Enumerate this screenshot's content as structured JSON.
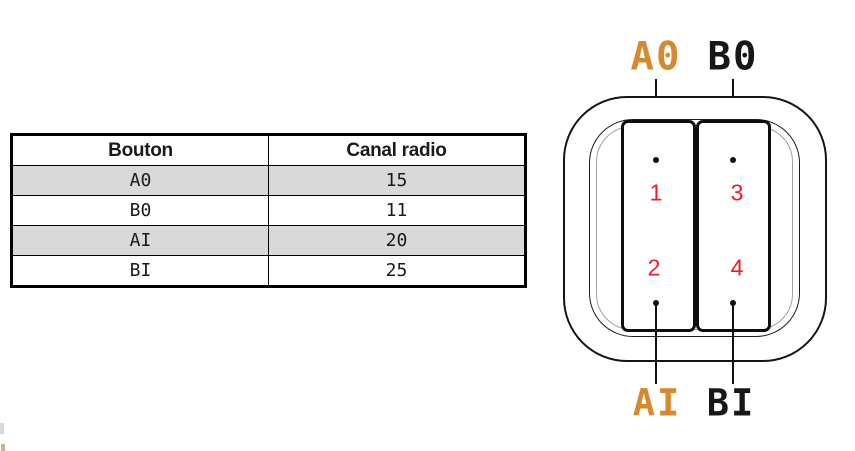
{
  "table": {
    "headers": [
      "Bouton",
      "Canal radio"
    ],
    "rows": [
      {
        "bouton": "A0",
        "canal": "15"
      },
      {
        "bouton": "B0",
        "canal": "11"
      },
      {
        "bouton": "AI",
        "canal": "20"
      },
      {
        "bouton": "BI",
        "canal": "25"
      }
    ],
    "shaded_row_color": "#d9d9d9"
  },
  "device": {
    "labels": {
      "top_left": "A0",
      "top_right": "B0",
      "bottom_left": "AI",
      "bottom_right": "BI"
    },
    "channel_numbers": {
      "top_left": "1",
      "bottom_left": "2",
      "top_right": "3",
      "bottom_right": "4"
    },
    "colors": {
      "label_a": "#d6892f",
      "label_b": "#171717",
      "numbers": "#ec1c24",
      "outline": "#141414"
    }
  }
}
